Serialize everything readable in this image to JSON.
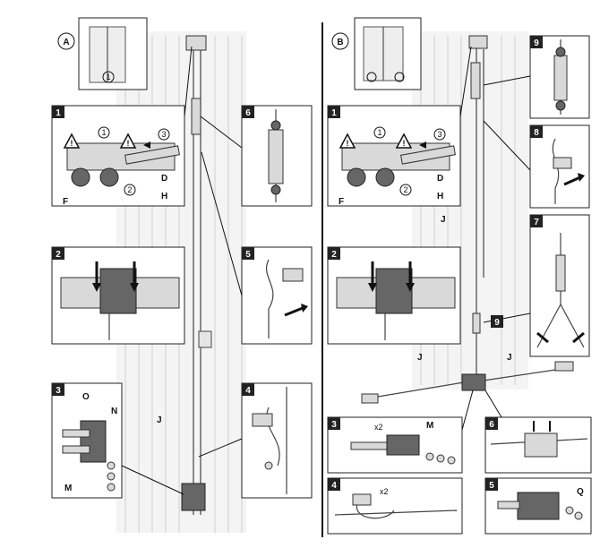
{
  "sections": [
    {
      "id": "A",
      "label": "A"
    },
    {
      "id": "B",
      "label": "B"
    }
  ],
  "steps_a": [
    "1",
    "2",
    "3",
    "4",
    "5",
    "6"
  ],
  "steps_b": [
    "1",
    "2",
    "3",
    "4",
    "5",
    "6",
    "7",
    "8",
    "9",
    "9"
  ],
  "letters": {
    "D": "D",
    "F": "F",
    "H": "H",
    "J": "J",
    "M": "M",
    "N": "N",
    "O": "O",
    "Q": "Q"
  },
  "circled": {
    "i": "1",
    "ii": "2",
    "iii": "3"
  },
  "multipliers": {
    "x2": "x2"
  },
  "colors": {
    "step_badge": "#222222",
    "line": "#111111",
    "wall": "#f4f4f4"
  },
  "icons": [
    "warning-triangle-icon",
    "arrow-icon"
  ]
}
